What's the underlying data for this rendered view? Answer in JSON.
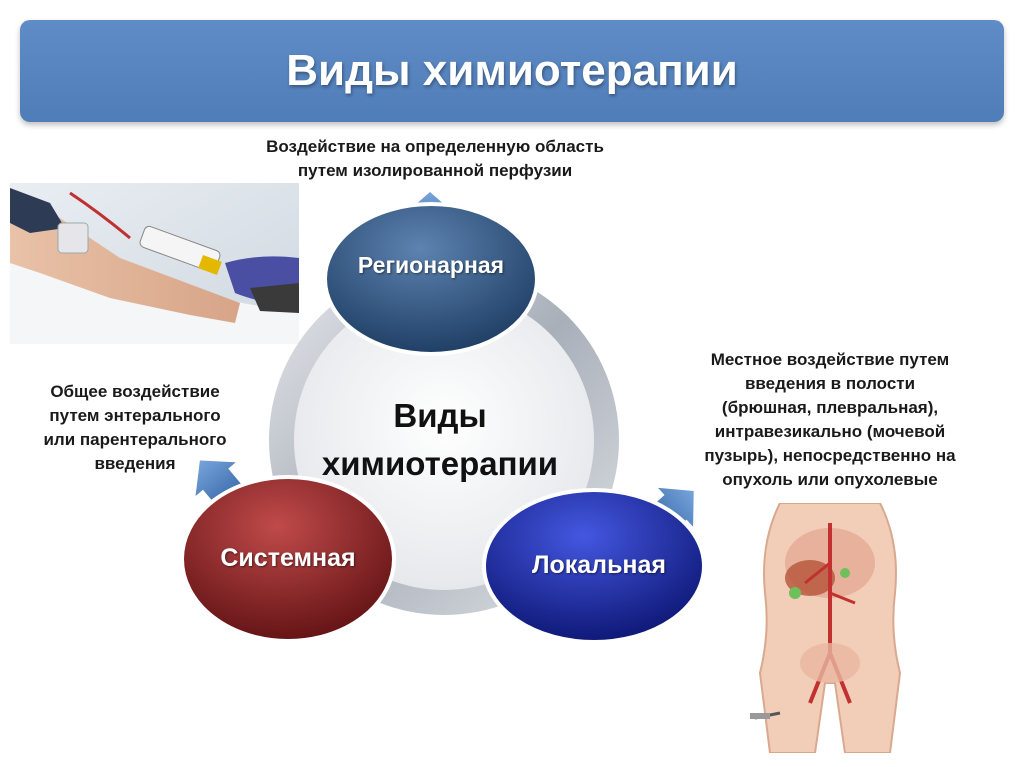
{
  "title": "Виды химиотерапии",
  "center_label_line1": "Виды",
  "center_label_line2": "химиотерапии",
  "nodes": {
    "regional": "Регионарная",
    "systemic": "Системная",
    "local": "Локальная"
  },
  "captions": {
    "regional": "Воздействие на определенную область\nпутем изолированной перфузии",
    "systemic": "Общее воздействие\nпутем энтерального\nили парентерального\nвведения",
    "local": "Местное воздействие путем\nвведения в полости\n(брюшная,  плевральная),\nинтравезикально  (мочевой\nпузырь),  непосредственно на\nопухоль или  опухолевые"
  },
  "colors": {
    "title_bar": "#5585c0",
    "regional_node": "#2b4f7c",
    "systemic_node": "#8e2326",
    "local_node": "#1c2aa8",
    "arrow": "#4a7fc0",
    "ring": "#b8bdc6"
  },
  "icons": {
    "photo": "iv-drip-hand-photo",
    "body": "human-torso-anatomy-illustration"
  }
}
